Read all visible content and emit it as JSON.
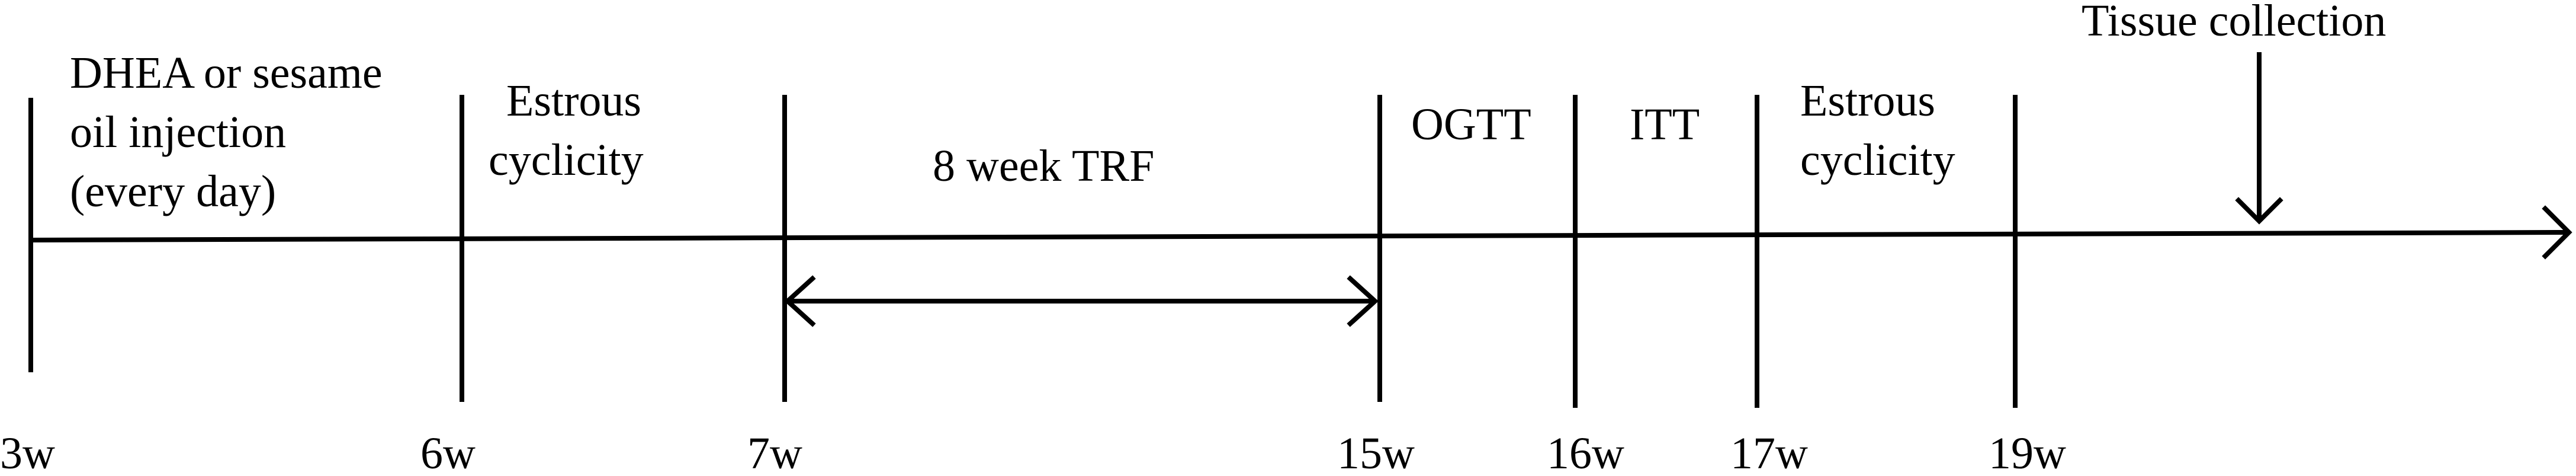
{
  "timeline": {
    "week_labels": [
      "3w",
      "6w",
      "7w",
      "15w",
      "16w",
      "17w",
      "19w"
    ],
    "phases": [
      {
        "lines": [
          "DHEA or sesame",
          "oil injection",
          "(every day)"
        ]
      },
      {
        "lines": [
          "Estrous",
          "cyclicity"
        ]
      },
      {
        "lines": [
          "8 week TRF"
        ]
      },
      {
        "lines": [
          "OGTT"
        ]
      },
      {
        "lines": [
          "ITT"
        ]
      },
      {
        "lines": [
          "Estrous",
          "cyclicity"
        ]
      }
    ],
    "event": {
      "label": "Tissue collection"
    }
  }
}
